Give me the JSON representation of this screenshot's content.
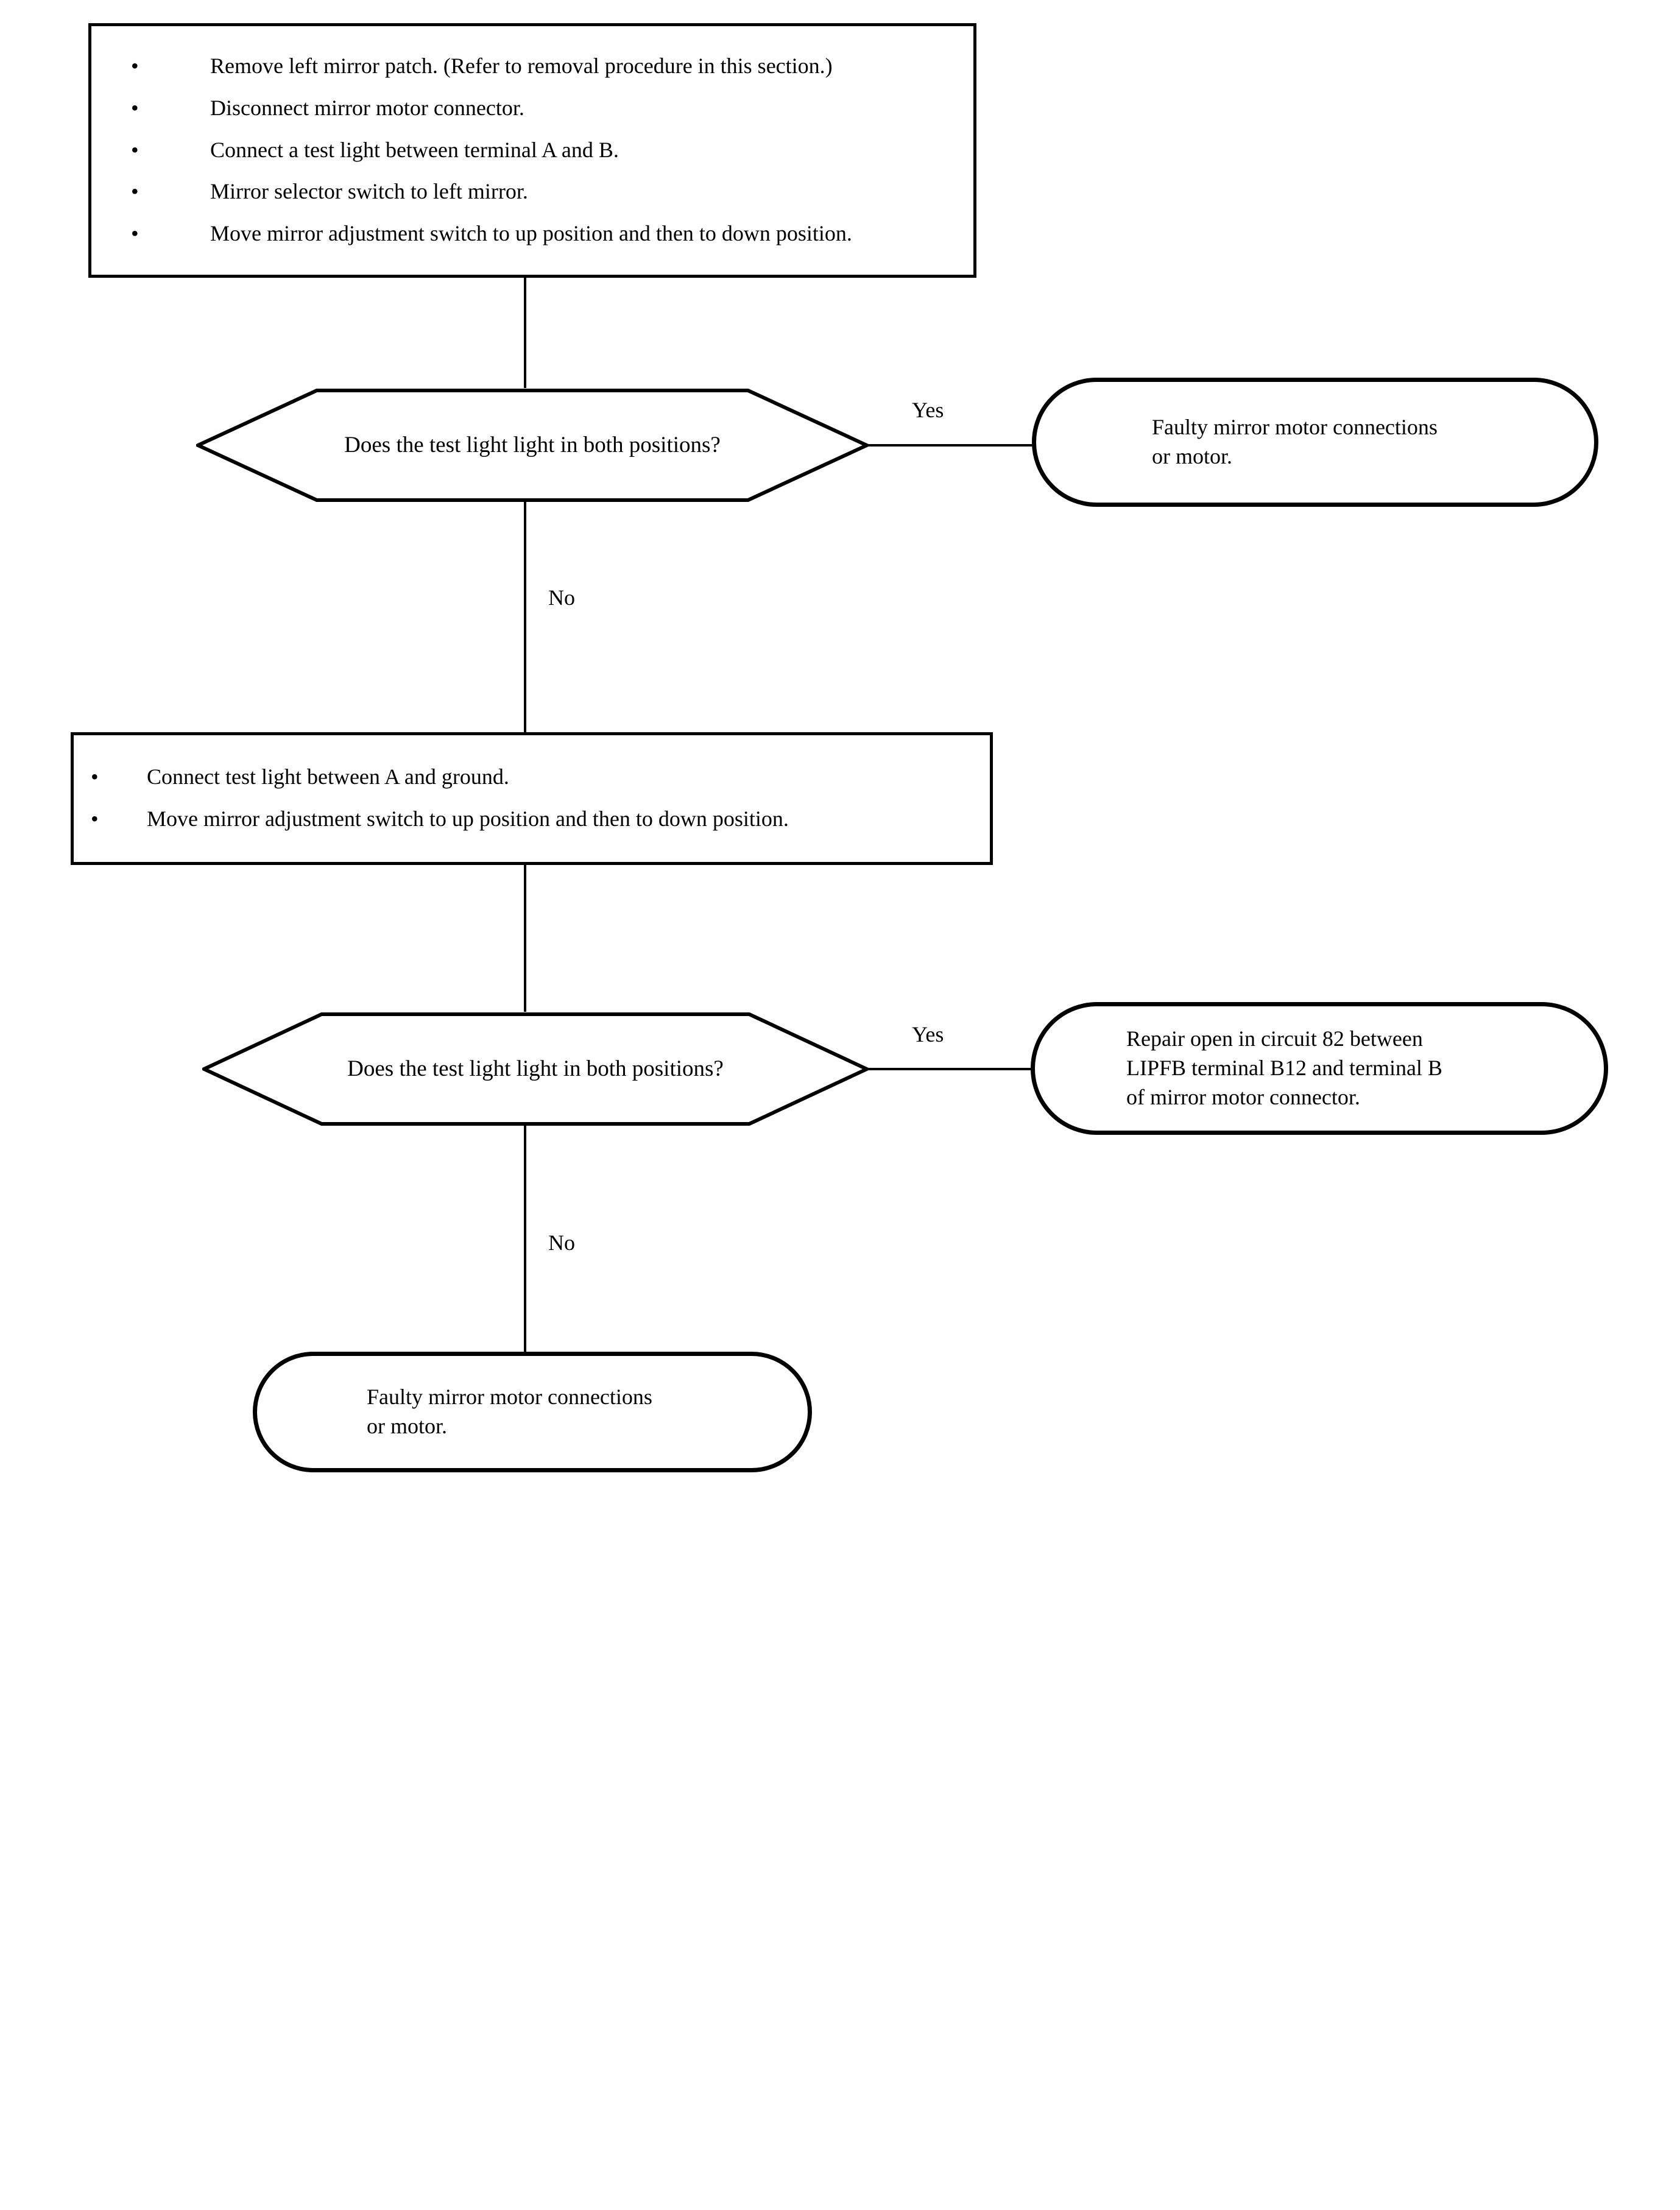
{
  "diagram": {
    "type": "flowchart",
    "title": "Power mirror diagnostic flowchart",
    "orientation": "top-to-bottom",
    "colors": {
      "background": "#ffffff",
      "stroke": "#000000",
      "text": "#000000"
    }
  },
  "nodes": {
    "process_1": {
      "shape": "rectangle",
      "bullet_char": "•",
      "items": [
        "Remove left mirror patch. (Refer to  removal procedure in this section.)",
        "Disconnect mirror motor connector.",
        "Connect a test light between terminal A and B.",
        "Mirror selector switch to left mirror.",
        "Move mirror adjustment switch to up position and then to down position."
      ]
    },
    "decision_1": {
      "shape": "hexagon",
      "text": "Does the test light light in both positions?"
    },
    "terminator_1": {
      "shape": "rounded-pill",
      "line1": "Faulty mirror motor connections",
      "line2": "or motor.",
      "text": "Faulty mirror motor connections\nor motor."
    },
    "process_2": {
      "shape": "rectangle",
      "bullet_char": "•",
      "items": [
        "Connect test light between A and ground.",
        "Move mirror adjustment switch to up position and then to down position."
      ]
    },
    "decision_2": {
      "shape": "hexagon",
      "text": "Does the test light light in both positions?"
    },
    "terminator_2": {
      "shape": "rounded-pill",
      "line1": "Repair open in circuit 82 between",
      "line2": "LIPFB terminal B12 and terminal B",
      "line3": "of mirror motor connector.",
      "text": "Repair open in circuit 82 between\nLIPFB terminal B12 and terminal B\nof mirror motor connector."
    },
    "terminator_3": {
      "shape": "rounded-pill",
      "line1": "Faulty mirror motor connections",
      "line2": "or motor.",
      "text": "Faulty mirror motor connections\nor motor."
    }
  },
  "edges": {
    "process1_to_decision1": {
      "label": ""
    },
    "decision1_yes": {
      "label": "Yes"
    },
    "decision1_no": {
      "label": "No"
    },
    "process2_to_decision2": {
      "label": ""
    },
    "decision2_yes": {
      "label": "Yes"
    },
    "decision2_no": {
      "label": "No"
    }
  }
}
